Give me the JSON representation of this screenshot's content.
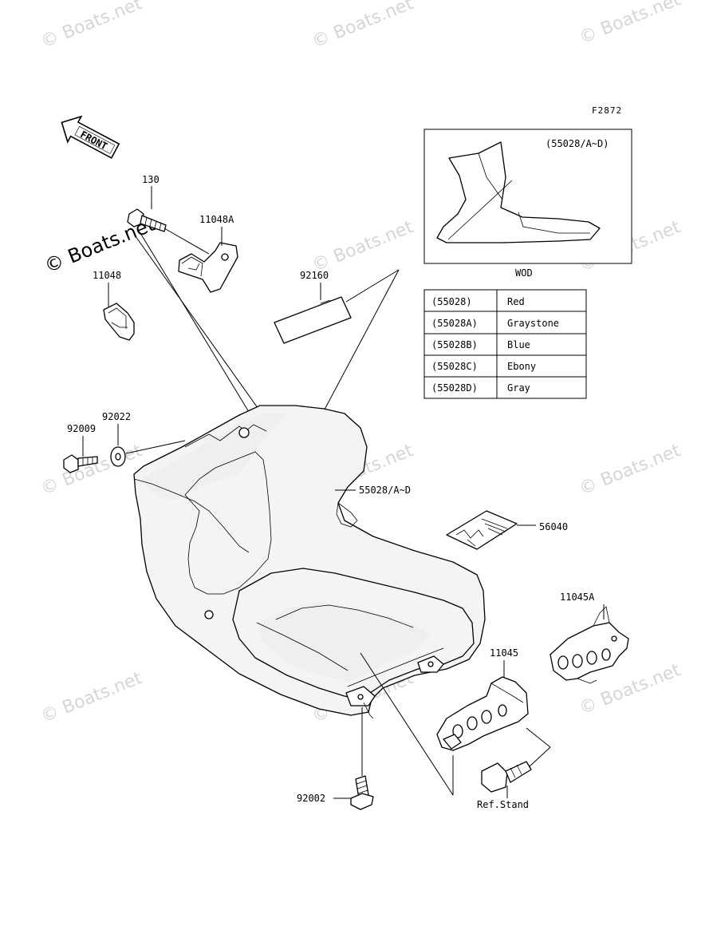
{
  "figure_code": "F2872",
  "front_arrow": "FRONT",
  "watermark": "© Boats.net",
  "inset": {
    "label": "(55028/A~D)",
    "caption": "WOD"
  },
  "color_table": [
    {
      "code": "(55028)",
      "color": "Red"
    },
    {
      "code": "(55028A)",
      "color": "Graystone"
    },
    {
      "code": "(55028B)",
      "color": "Blue"
    },
    {
      "code": "(55028C)",
      "color": "Ebony"
    },
    {
      "code": "(55028D)",
      "color": "Gray"
    }
  ],
  "callouts": {
    "p130": "130",
    "p11048A": "11048A",
    "p11048": "11048",
    "p92160": "92160",
    "p92022": "92022",
    "p92009": "92009",
    "p55028": "55028/A~D",
    "p56040": "56040",
    "p11045A": "11045A",
    "p11045": "11045",
    "p92002": "92002",
    "ref_stand": "Ref.Stand"
  }
}
